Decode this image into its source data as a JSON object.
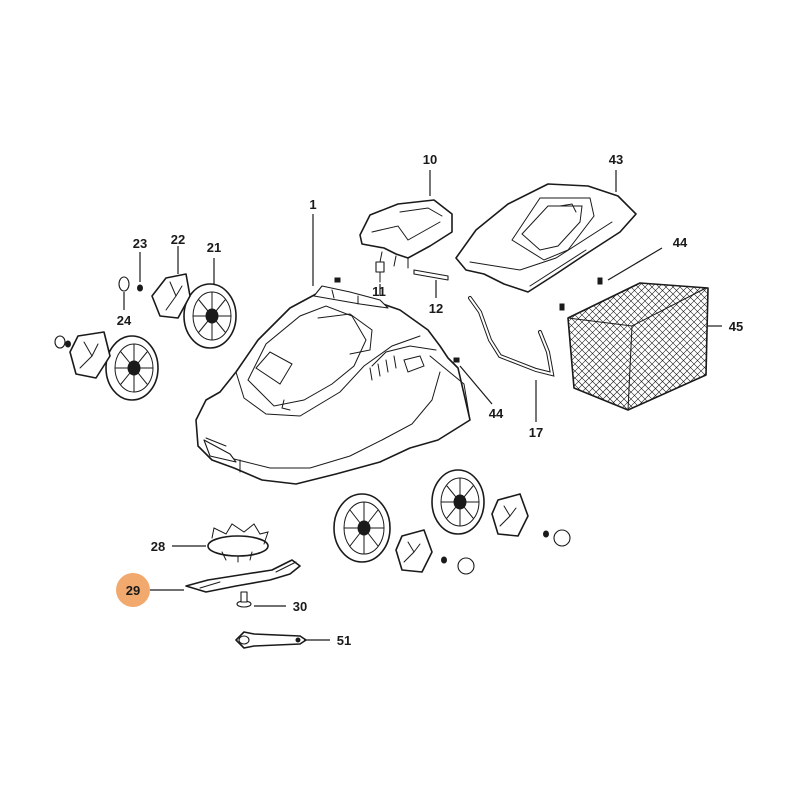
{
  "callouts": {
    "c1": "1",
    "c10": "10",
    "c11": "11",
    "c12": "12",
    "c17": "17",
    "c21": "21",
    "c22": "22",
    "c23": "23",
    "c24": "24",
    "c28": "28",
    "c29": "29",
    "c30": "30",
    "c43": "43",
    "c44a": "44",
    "c44b": "44",
    "c45": "45",
    "c51": "51"
  },
  "highlight_color": "#f2a96e",
  "highlighted_callout": "29"
}
